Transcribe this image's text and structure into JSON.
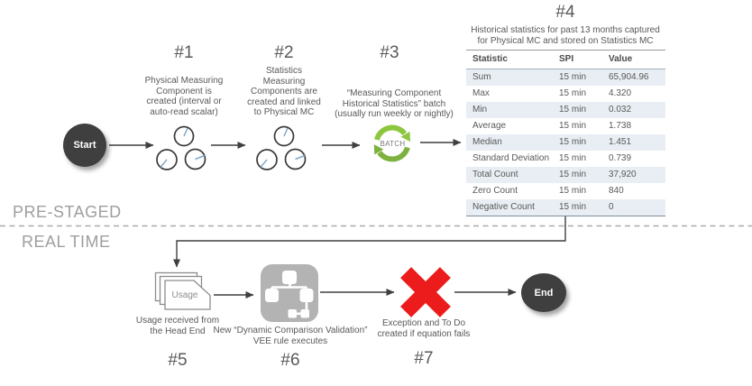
{
  "phases": {
    "top": "PRE-STAGED",
    "bottom": "REAL TIME"
  },
  "nodes": {
    "start": "Start",
    "end": "End"
  },
  "steps": [
    {
      "id": "#1",
      "icon": "measuring-components-clocks-icon",
      "lines": [
        "Physical Measuring",
        "Component is",
        "created (interval  or",
        "auto-read scalar)"
      ]
    },
    {
      "id": "#2",
      "icon": "measuring-components-clocks-icon",
      "lines": [
        "Statistics",
        "Measuring",
        "Components are",
        "created and linked",
        "to Physical MC"
      ]
    },
    {
      "id": "#3",
      "icon": "batch-cycle-icon",
      "icon_label": "BATCH",
      "lines": [
        "“Measuring Component",
        "Historical Statistics” batch",
        "(usually run weekly or nightly)"
      ]
    },
    {
      "id": "#4",
      "icon": "statistics-table",
      "lines": [
        "Historical statistics for past 13 months captured",
        "for Physical MC and stored on Statistics MC"
      ]
    },
    {
      "id": "#5",
      "icon": "usage-documents-icon",
      "icon_label": "Usage",
      "lines": [
        "Usage received from",
        "the Head End"
      ]
    },
    {
      "id": "#6",
      "icon": "vee-rule-flowchart-icon",
      "lines": [
        "New “Dynamic Comparison Validation”",
        "VEE rule executes"
      ]
    },
    {
      "id": "#7",
      "icon": "error-x-icon",
      "lines": [
        "Exception and To Do",
        "created if equation fails"
      ]
    }
  ],
  "table": {
    "columns": [
      "Statistic",
      "SPI",
      "Value"
    ],
    "rows": [
      [
        "Sum",
        "15 min",
        "65,904.96"
      ],
      [
        "Max",
        "15 min",
        "4.320"
      ],
      [
        "Min",
        "15 min",
        "0.032"
      ],
      [
        "Average",
        "15 min",
        "1.738"
      ],
      [
        "Median",
        "15 min",
        "1.451"
      ],
      [
        "Standard Deviation",
        "15 min",
        "0.739"
      ],
      [
        "Total Count",
        "15 min",
        "37,920"
      ],
      [
        "Zero Count",
        "15 min",
        "840"
      ],
      [
        "Negative Count",
        "15 min",
        "0"
      ]
    ]
  },
  "colors": {
    "node_fill": "#3f3f3f",
    "connector": "#3f3f3f",
    "body_text": "#595959",
    "phase_label": "#9e9e9e",
    "clock_hand_blue": "#7fa8c9",
    "batch_green_top": "#8dc63f",
    "batch_green_bottom": "#7db23e",
    "vee_icon_gray": "#b3b3b3",
    "error_red": "#ed1c1c",
    "table_stripe": "#e8eef3"
  }
}
